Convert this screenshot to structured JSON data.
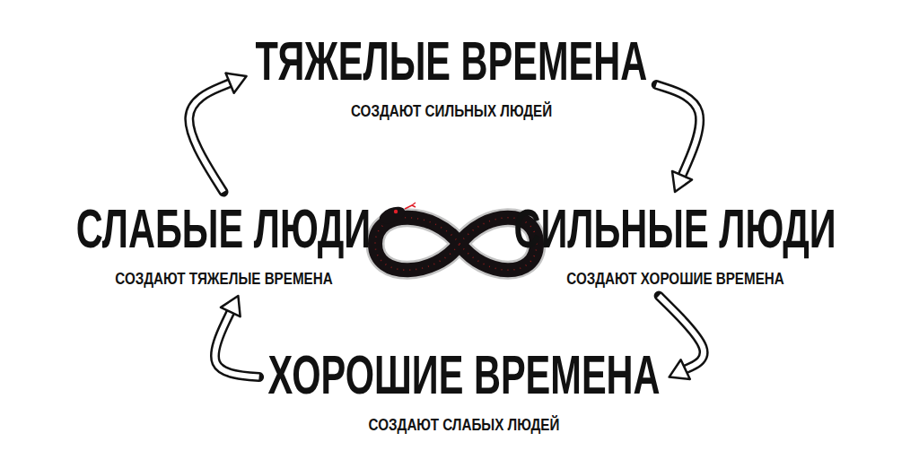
{
  "diagram": {
    "nodes": [
      {
        "text": [
          "ТЯЖЕЛЫЕ ВРЕМЕНА",
          "СОЗДАЮТ СИЛЬНЫХ ЛЮДЕЙ"
        ]
      },
      {
        "text": [
          "СЛАБЫЕ ЛЮДИ",
          "СОЗДАЮТ ТЯЖЕЛЫЕ ВРЕМЕНА"
        ]
      },
      {
        "text": [
          "СИЛЬНЫЕ ЛЮДИ",
          "СОЗДАЮТ ХОРОШИЕ ВРЕМЕНА"
        ]
      },
      {
        "text": [
          "ХОРОШИЕ ВРЕМЕНА",
          "СОЗДАЮТ СЛАБЫХ ЛЮДЕЙ"
        ]
      }
    ],
    "edges": [
      {
        "from": 0,
        "to": 2,
        "arrow": "to"
      },
      {
        "from": 2,
        "to": 3,
        "arrow": "to"
      },
      {
        "from": 3,
        "to": 1,
        "arrow": "to"
      },
      {
        "from": 1,
        "to": 0,
        "arrow": "to"
      }
    ]
  }
}
